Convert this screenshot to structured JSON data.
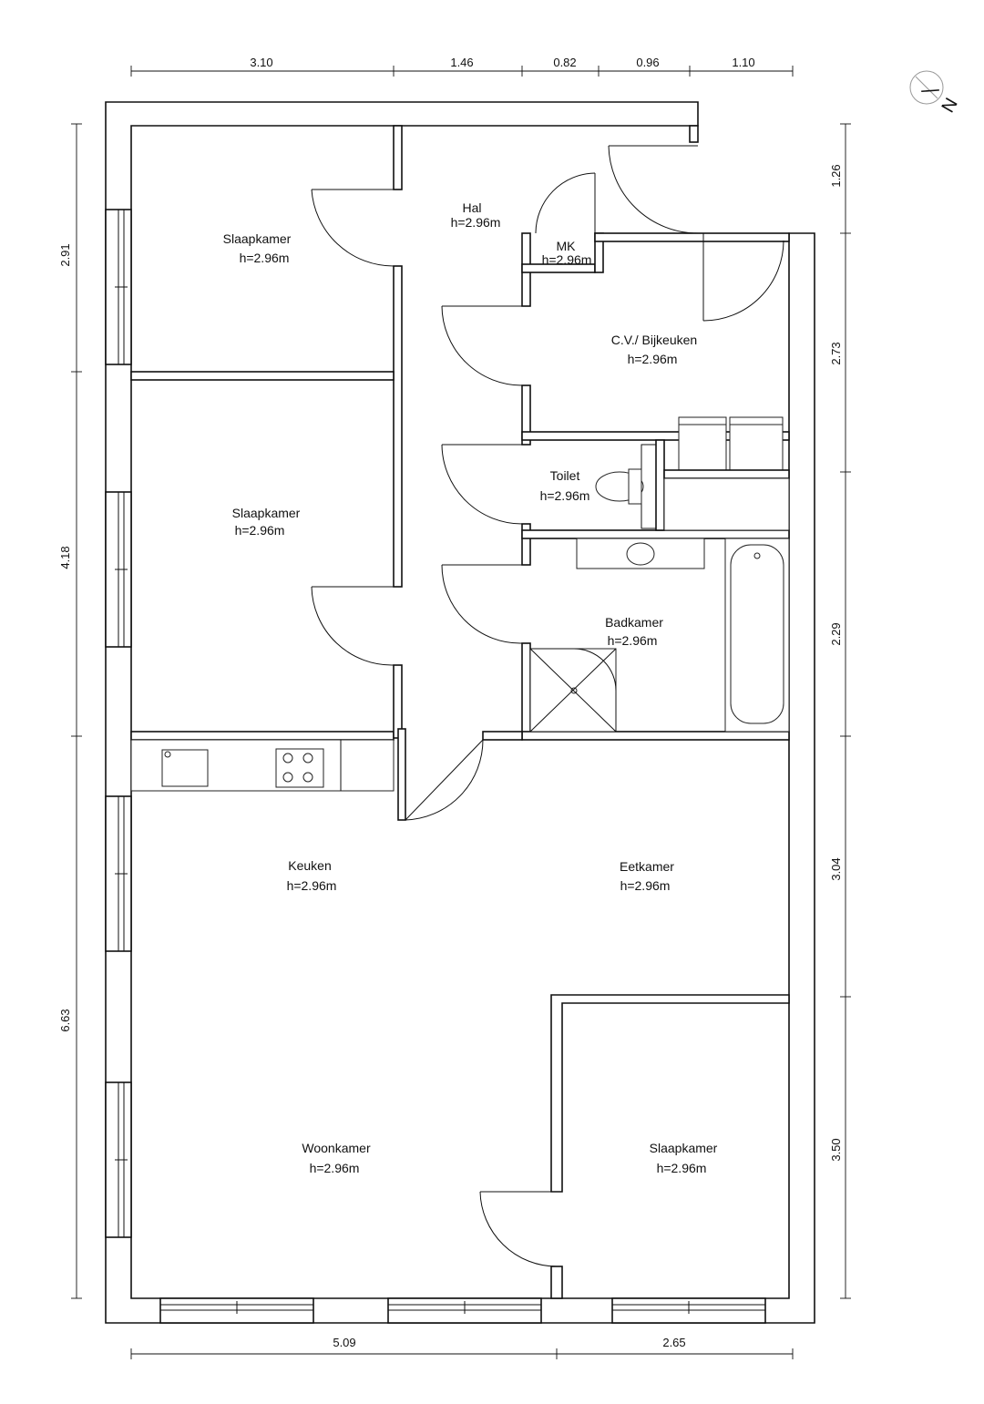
{
  "rooms": {
    "slaapkamer_1": {
      "name": "Slaapkamer",
      "height": "h=2.96m"
    },
    "hal": {
      "name": "Hal",
      "height": "h=2.96m"
    },
    "mk": {
      "name": "MK",
      "height": "h=2.96m"
    },
    "cv_bijkeuken": {
      "name": "C.V./ Bijkeuken",
      "height": "h=2.96m"
    },
    "slaapkamer_2": {
      "name": "Slaapkamer",
      "height": "h=2.96m"
    },
    "toilet": {
      "name": "Toilet",
      "height": "h=2.96m"
    },
    "badkamer": {
      "name": "Badkamer",
      "height": "h=2.96m"
    },
    "keuken": {
      "name": "Keuken",
      "height": "h=2.96m"
    },
    "eetkamer": {
      "name": "Eetkamer",
      "height": "h=2.96m"
    },
    "woonkamer": {
      "name": "Woonkamer",
      "height": "h=2.96m"
    },
    "slaapkamer_3": {
      "name": "Slaapkamer",
      "height": "h=2.96m"
    }
  },
  "dimensions": {
    "top": [
      "3.10",
      "1.46",
      "0.82",
      "0.96",
      "1.10"
    ],
    "left": [
      "2.91",
      "4.18",
      "6.63"
    ],
    "right": [
      "1.26",
      "2.73",
      "2.29",
      "3.04",
      "3.50"
    ],
    "bottom": [
      "5.09",
      "2.65"
    ]
  },
  "north": {
    "label": "N"
  }
}
